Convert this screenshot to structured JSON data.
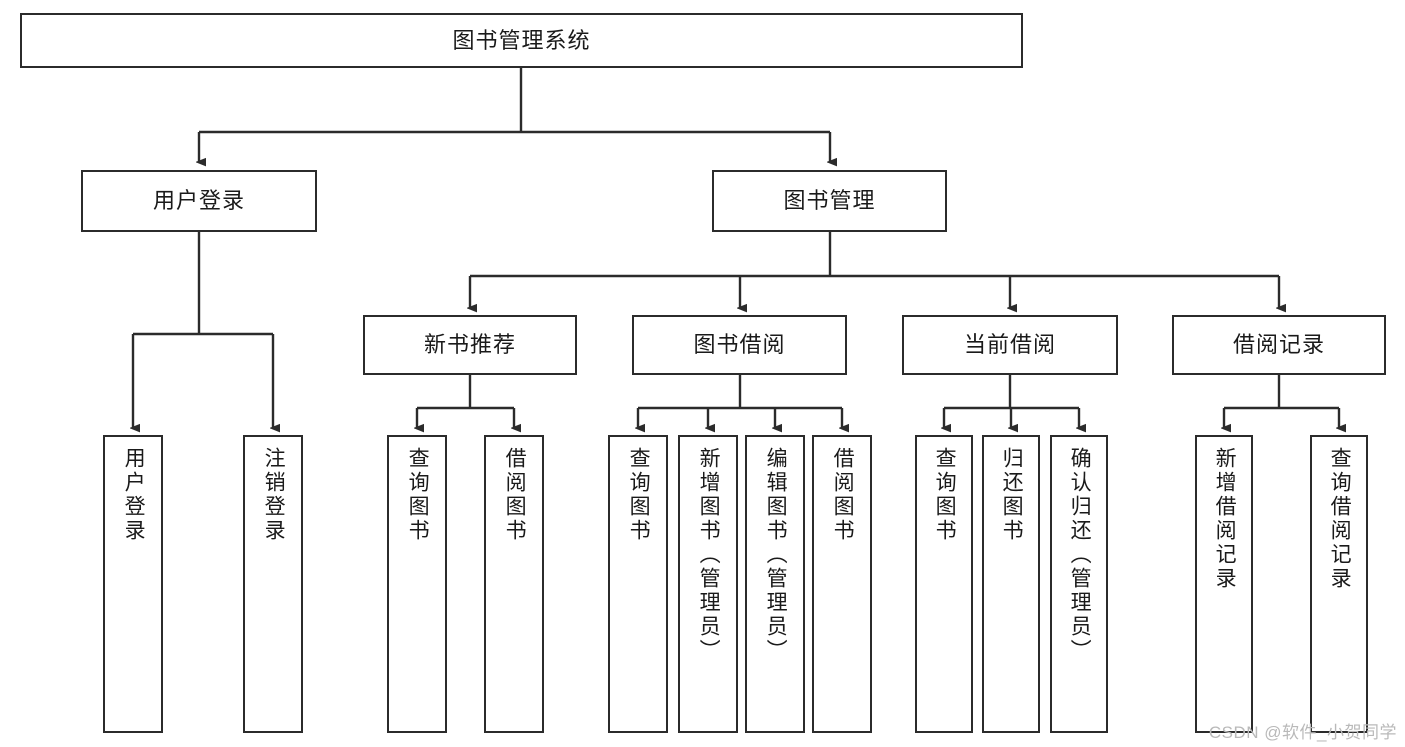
{
  "diagram": {
    "type": "tree",
    "title_node": "图书管理系统",
    "theme": {
      "border_color": "#2b2b2b",
      "background": "#ffffff",
      "text_color": "#1a1a1a",
      "edge_color": "#2b2b2b"
    },
    "levels": {
      "root": {
        "label": "图书管理系统"
      },
      "level2": [
        {
          "label": "用户登录"
        },
        {
          "label": "图书管理"
        }
      ],
      "level3": [
        {
          "label": "新书推荐"
        },
        {
          "label": "图书借阅"
        },
        {
          "label": "当前借阅"
        },
        {
          "label": "借阅记录"
        }
      ],
      "leaves": [
        {
          "label": "用户登录",
          "parent": "用户登录"
        },
        {
          "label": "注销登录",
          "parent": "用户登录"
        },
        {
          "label": "查询图书",
          "parent": "新书推荐"
        },
        {
          "label": "借阅图书",
          "parent": "新书推荐"
        },
        {
          "label": "查询图书",
          "parent": "图书借阅"
        },
        {
          "label": "新增图书（管理员）",
          "parent": "图书借阅"
        },
        {
          "label": "编辑图书（管理员）",
          "parent": "图书借阅"
        },
        {
          "label": "借阅图书",
          "parent": "图书借阅"
        },
        {
          "label": "查询图书",
          "parent": "当前借阅"
        },
        {
          "label": "归还图书",
          "parent": "当前借阅"
        },
        {
          "label": "确认归还（管理员）",
          "parent": "当前借阅"
        },
        {
          "label": "新增借阅记录",
          "parent": "借阅记录"
        },
        {
          "label": "查询借阅记录",
          "parent": "借阅记录"
        }
      ]
    }
  },
  "watermark": {
    "text": "CSDN @软件_小贺同学"
  }
}
